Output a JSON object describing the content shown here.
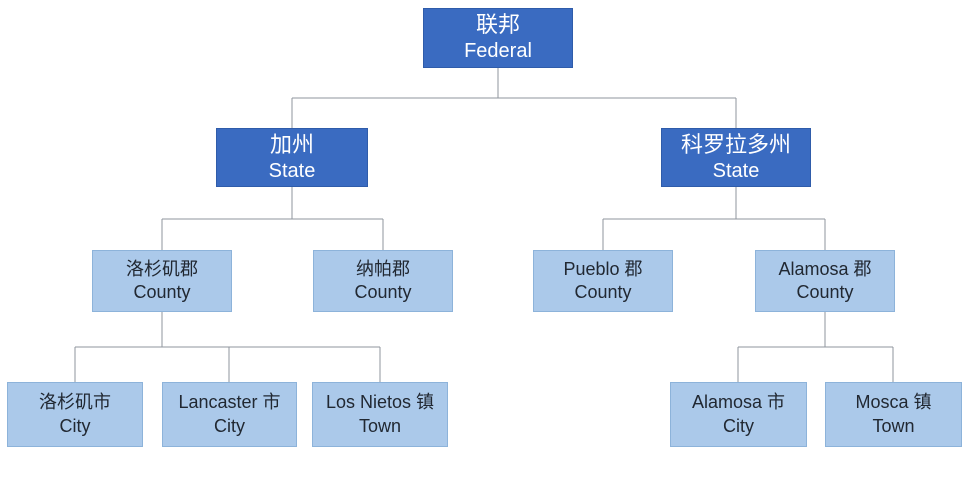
{
  "diagram": {
    "type": "org-tree",
    "colors": {
      "background": "#ffffff",
      "level_high_fill": "#3a6bc1",
      "level_high_border": "#2f5caa",
      "level_high_text": "#ffffff",
      "level_low_fill": "#abc9ea",
      "level_low_border": "#8db3da",
      "level_low_text": "#212832",
      "connector": "#8f959e"
    },
    "nodes": {
      "federal": {
        "zh": "联邦",
        "en": "Federal",
        "level": "federal"
      },
      "california": {
        "zh": "加州",
        "en": "State",
        "level": "state"
      },
      "colorado": {
        "zh": "科罗拉多州",
        "en": "State",
        "level": "state"
      },
      "la_county": {
        "zh": "洛杉矶郡",
        "en": "County",
        "level": "county"
      },
      "napa_county": {
        "zh": "纳帕郡",
        "en": "County",
        "level": "county"
      },
      "pueblo_county": {
        "zh": "Pueblo 郡",
        "en": "County",
        "level": "county"
      },
      "alamosa_county": {
        "zh": "Alamosa 郡",
        "en": "County",
        "level": "county"
      },
      "la_city": {
        "zh": "洛杉矶市",
        "en": "City",
        "level": "city"
      },
      "lancaster_city": {
        "zh": "Lancaster 市",
        "en": "City",
        "level": "city"
      },
      "los_nietos_town": {
        "zh": "Los Nietos 镇",
        "en": "Town",
        "level": "town"
      },
      "alamosa_city": {
        "zh": "Alamosa 市",
        "en": "City",
        "level": "city"
      },
      "mosca_town": {
        "zh": "Mosca 镇",
        "en": "Town",
        "level": "town"
      }
    },
    "edges": [
      {
        "from": "federal",
        "to": "california"
      },
      {
        "from": "federal",
        "to": "colorado"
      },
      {
        "from": "california",
        "to": "la_county"
      },
      {
        "from": "california",
        "to": "napa_county"
      },
      {
        "from": "colorado",
        "to": "pueblo_county"
      },
      {
        "from": "colorado",
        "to": "alamosa_county"
      },
      {
        "from": "la_county",
        "to": "la_city"
      },
      {
        "from": "la_county",
        "to": "lancaster_city"
      },
      {
        "from": "la_county",
        "to": "los_nietos_town"
      },
      {
        "from": "alamosa_county",
        "to": "alamosa_city"
      },
      {
        "from": "alamosa_county",
        "to": "mosca_town"
      }
    ]
  }
}
